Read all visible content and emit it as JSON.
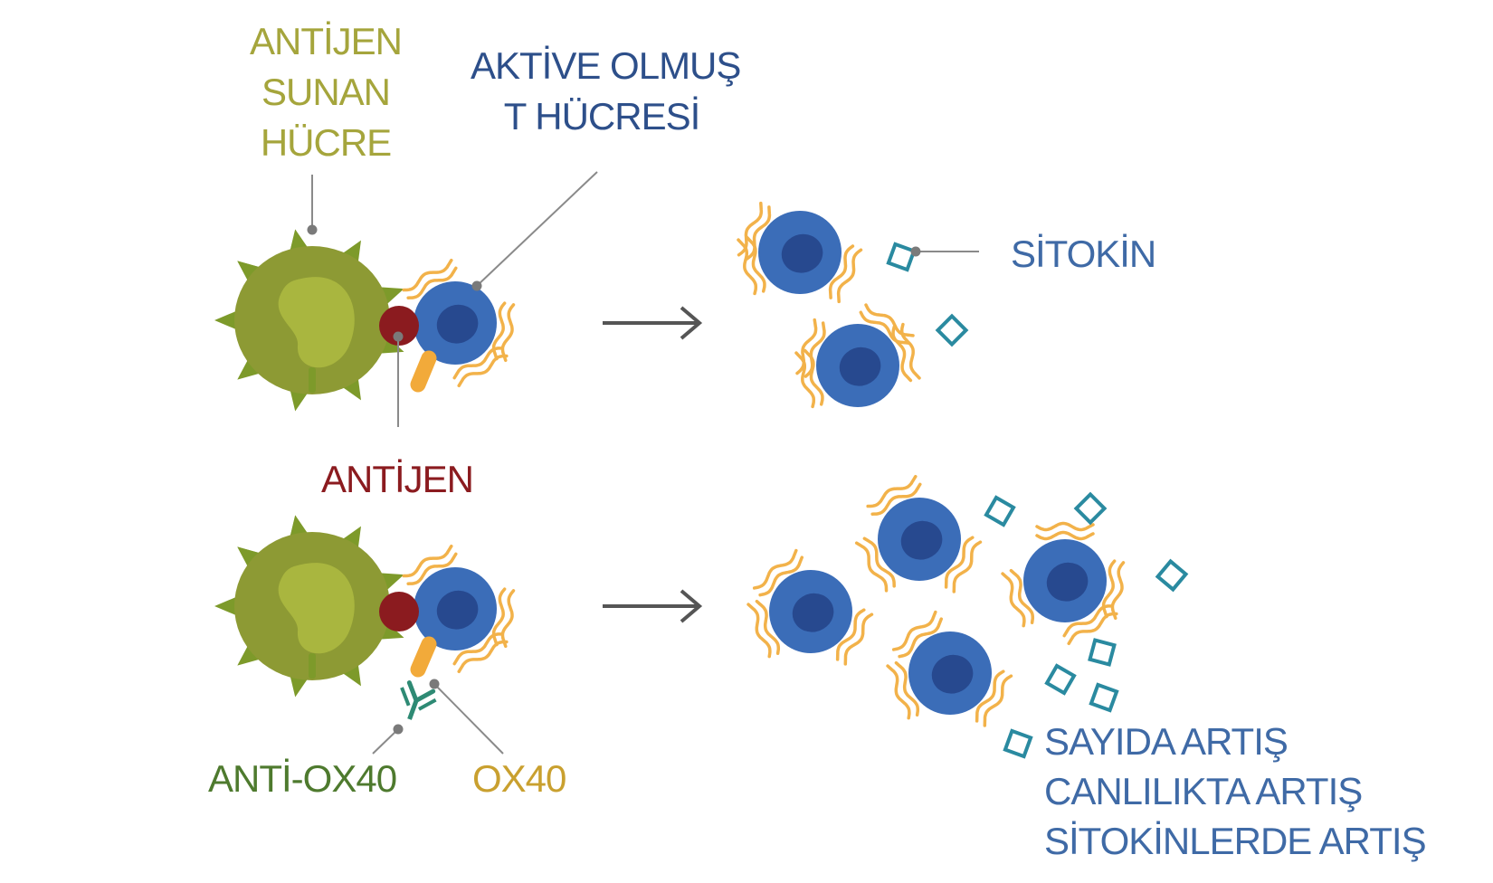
{
  "labels": {
    "apc": [
      "ANTİJEN",
      "SUNAN",
      "HÜCRE"
    ],
    "tcell": [
      "AKTİVE OLMUŞ",
      "T HÜCRESİ"
    ],
    "antigen": "ANTİJEN",
    "cytokine": "SİTOKİN",
    "anti_ox40": "ANTİ-OX40",
    "ox40": "OX40",
    "result": [
      "SAYIDA ARTIŞ",
      "CANLILIKTA ARTIŞ",
      "SİTOKİNLERDE ARTIŞ"
    ]
  },
  "colors": {
    "apc_label": "#a5a53c",
    "tcell_label": "#2d4f8a",
    "antigen_label": "#8b1b1f",
    "cytokine_label": "#3f6aa6",
    "anti_ox40_label": "#4e7a2e",
    "ox40_label": "#c9a02f",
    "apc_body": "#8d9a34",
    "apc_spike": "#7d9a2a",
    "apc_nucleus": "#a9b63f",
    "tcell_outer": "#3b6db8",
    "tcell_inner": "#27498f",
    "antigen": "#8b1b1f",
    "ox40_receptor": "#f2aa3a",
    "cytokine_wave": "#f2b24a",
    "cytokine_square": "#2a8aa0",
    "antibody": "#2e8a74",
    "arrow": "#555555",
    "leader": "#8a8a8a"
  },
  "icons": [
    "antigen-presenting-cell-icon",
    "t-cell-icon",
    "antigen-icon",
    "ox40-receptor-icon",
    "anti-ox40-antibody-icon",
    "cytokine-icon",
    "arrow-icon"
  ]
}
